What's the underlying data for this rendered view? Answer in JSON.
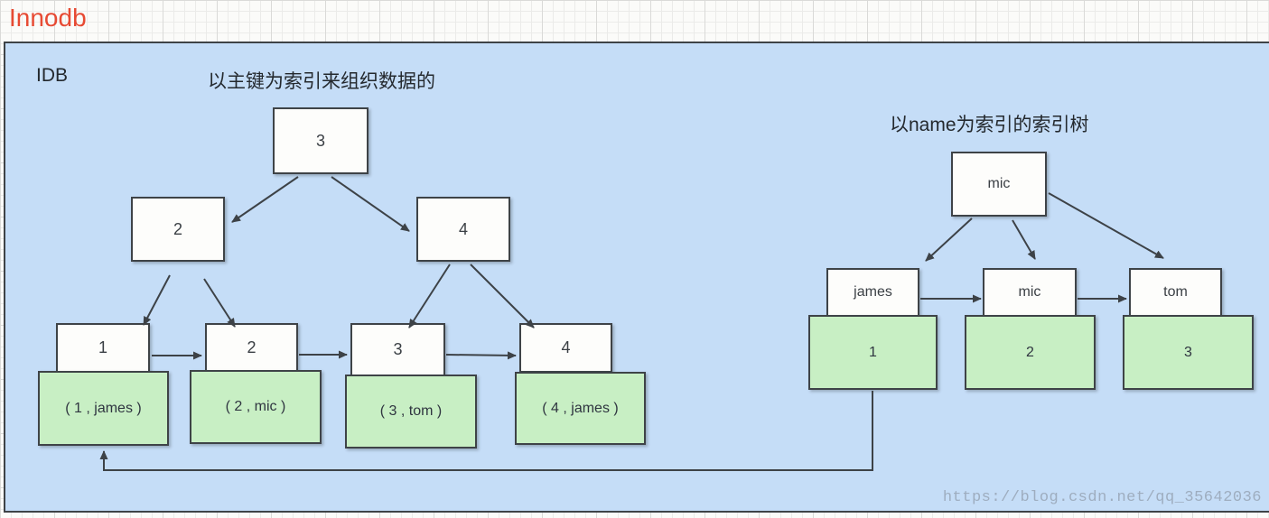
{
  "page": {
    "title": "Innodb"
  },
  "panel": {
    "label": "IDB",
    "watermark": "https://blog.csdn.net/qq_35642036",
    "left_tree": {
      "heading": "以主键为索引来组织数据的",
      "root": "3",
      "internal": [
        "2",
        "4"
      ],
      "leaves": [
        {
          "key": "1",
          "row": "( 1 , james )"
        },
        {
          "key": "2",
          "row": "( 2 , mic )"
        },
        {
          "key": "3",
          "row": "( 3 , tom )"
        },
        {
          "key": "4",
          "row": "( 4 , james )"
        }
      ]
    },
    "right_tree": {
      "heading": "以name为索引的索引树",
      "root": "mic",
      "leaves": [
        {
          "key": "james",
          "row": "1"
        },
        {
          "key": "mic",
          "row": "2"
        },
        {
          "key": "tom",
          "row": "3"
        }
      ]
    }
  },
  "colors": {
    "panel_bg": "#c5ddf7",
    "node_bg": "#fdfdfb",
    "record_bg": "#c8efc4",
    "border": "#3e4347",
    "arrow": "#3d4247",
    "title_red": "#e74a33",
    "watermark_gray": "#96a4b5"
  }
}
